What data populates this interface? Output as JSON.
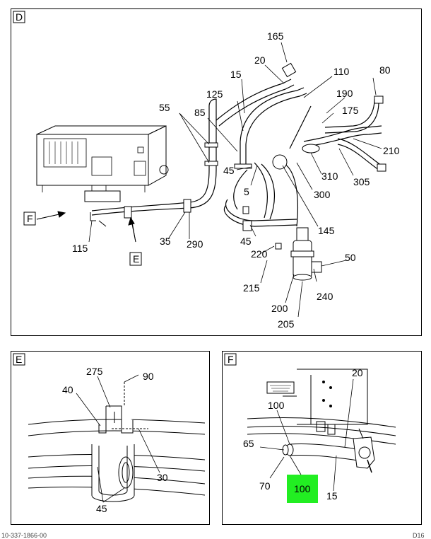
{
  "views": {
    "d": {
      "tag": "D"
    },
    "e": {
      "tag": "E"
    },
    "f": {
      "tag": "F"
    }
  },
  "callouts": {
    "d": [
      "165",
      "20",
      "110",
      "80",
      "15",
      "125",
      "190",
      "175",
      "55",
      "85",
      "210",
      "45",
      "5",
      "310",
      "300",
      "305",
      "F",
      "115",
      "E",
      "35",
      "290",
      "45",
      "145",
      "220",
      "50",
      "215",
      "240",
      "200",
      "205"
    ],
    "e": [
      "275",
      "90",
      "40",
      "30",
      "45"
    ],
    "f": [
      "20",
      "100",
      "65",
      "70",
      "100",
      "15"
    ]
  },
  "highlight": {
    "label": "100",
    "color": "#22ee22"
  },
  "footer": {
    "left": "10-337-1866-00",
    "right": "D16"
  }
}
